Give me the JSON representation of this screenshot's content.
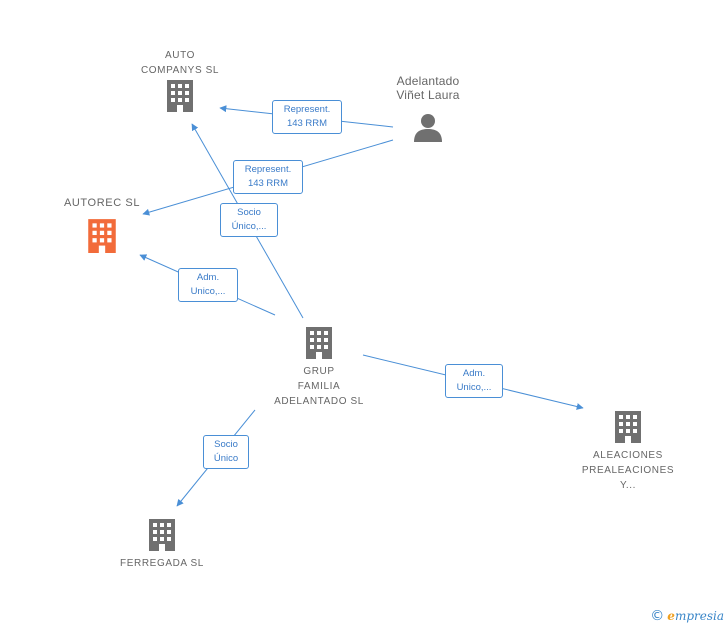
{
  "colors": {
    "edge": "#4a8fd6",
    "company": "#707070",
    "highlight": "#f26b3a",
    "person": "#707070"
  },
  "nodes": {
    "auto_companys": {
      "label": "AUTO\nCOMPANYS SL",
      "icon": "building-icon"
    },
    "autorec": {
      "label": "AUTOREC SL",
      "icon": "building-icon"
    },
    "person": {
      "label": "Adelantado\nViñet Laura",
      "icon": "person-icon"
    },
    "grup": {
      "label": "GRUP\nFAMILIA\nADELANTADO SL",
      "icon": "building-icon"
    },
    "aleaciones": {
      "label": "ALEACIONES\nPREALEACIONES\nY...",
      "icon": "building-icon"
    },
    "ferregada": {
      "label": "FERREGADA SL",
      "icon": "building-icon"
    }
  },
  "edges": {
    "rep1": "Represent.\n143 RRM",
    "rep2": "Represent.\n143 RRM",
    "socio1": "Socio\nÚnico,...",
    "adm1": "Adm.\nUnico,...",
    "adm2": "Adm.\nUnico,...",
    "socio2": "Socio\nÚnico"
  },
  "brand": {
    "copyright": "©",
    "initial": "e",
    "rest": "mpresia"
  }
}
